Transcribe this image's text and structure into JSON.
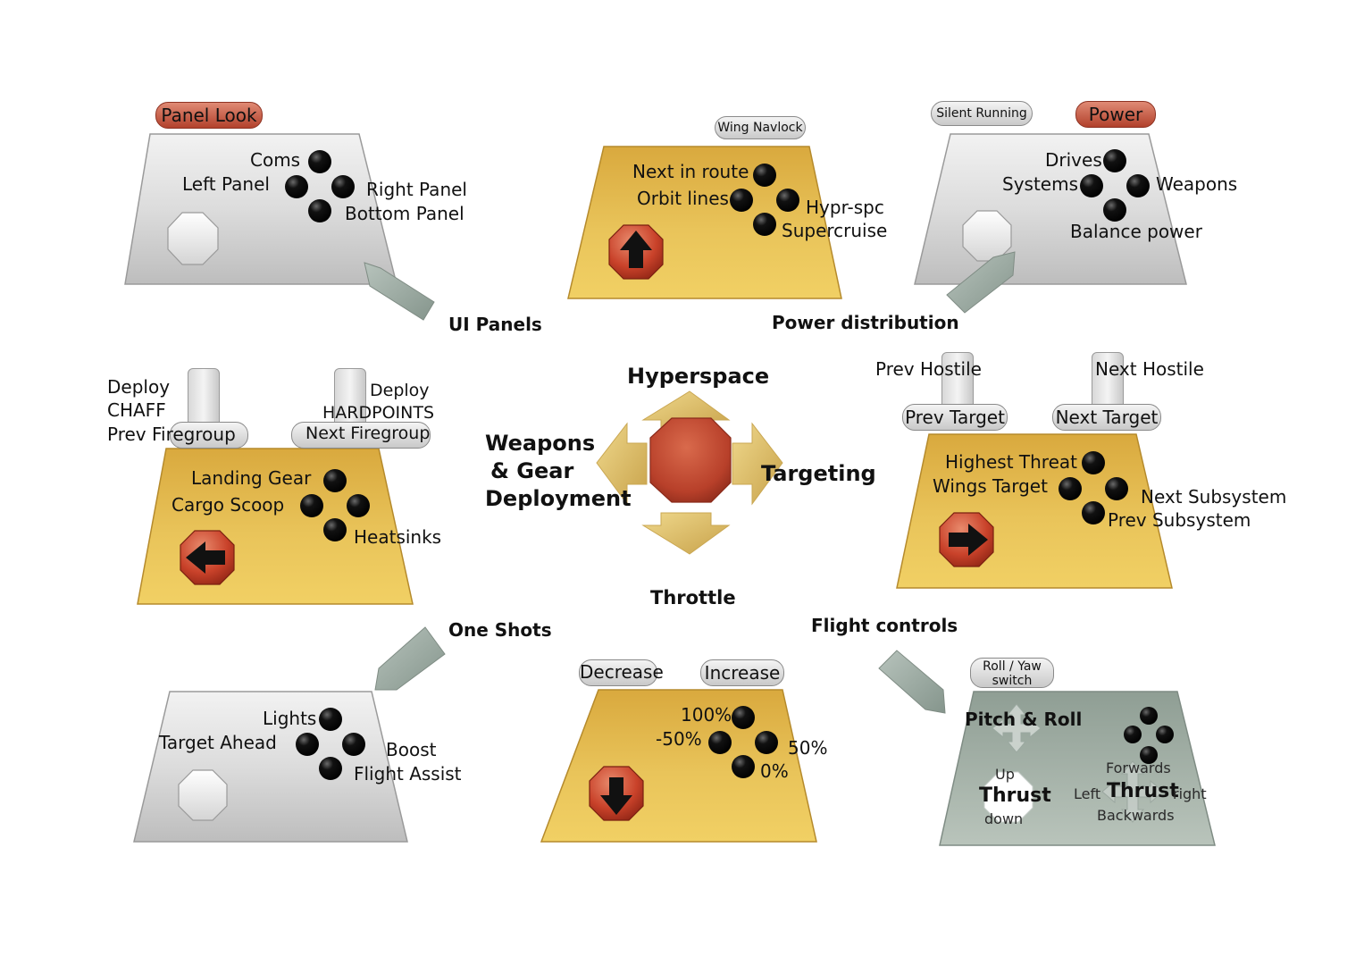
{
  "colors": {
    "gold": "#e6b94a",
    "silver": "#d6d6d6",
    "slate": "#a7b3aa",
    "red": "#c9422a",
    "arrow_grey": "#9aa8a0"
  },
  "center": {
    "hyperspace": "Hyperspace",
    "weapons_line1": "Weapons",
    "weapons_line2": "& Gear",
    "weapons_line3": "Deployment",
    "targeting": "Targeting",
    "throttle": "Throttle"
  },
  "captions": {
    "ui_panels": "UI Panels",
    "power_distribution": "Power distribution",
    "one_shots": "One Shots",
    "flight_controls": "Flight controls"
  },
  "ui_panels": {
    "top_button": "Panel Look",
    "up": "Coms",
    "left": "Left Panel",
    "right": "Right Panel",
    "down": "Bottom Panel"
  },
  "hyperspace": {
    "top_button": "Wing Navlock",
    "up": "Next in route",
    "left": "Orbit lines",
    "right": "Hypr-spc",
    "down": "Supercruise"
  },
  "power": {
    "top_left_button": "Silent Running",
    "top_right_button": "Power",
    "up": "Drives",
    "left": "Systems",
    "right": "Weapons",
    "down": "Balance power"
  },
  "weapons": {
    "left_line1": "Deploy",
    "left_line2": "CHAFF",
    "left_line3": "Prev Firegroup",
    "right_line1": "Deploy",
    "right_line2": "HARDPOINTS",
    "right_line3": "Next Firegroup",
    "up": "Landing Gear",
    "left": "Cargo Scoop",
    "down": "Heatsinks"
  },
  "targeting": {
    "left_top": "Prev Hostile",
    "right_top": "Next Hostile",
    "left_button": "Prev Target",
    "right_button": "Next Target",
    "up": "Highest Threat",
    "left": "Wings Target",
    "right": "Next Subsystem",
    "down": "Prev Subsystem"
  },
  "one_shots": {
    "up": "Lights",
    "left": "Target Ahead",
    "right": "Boost",
    "down": "Flight Assist"
  },
  "throttle": {
    "left_button": "Decrease",
    "right_button": "Increase",
    "up": "100%",
    "left": "-50%",
    "right": "50%",
    "down": "0%"
  },
  "flight": {
    "switch_line1": "Roll / Yaw",
    "switch_line2": "switch",
    "pitch_roll": "Pitch & Roll",
    "up": "Up",
    "thrust_left": "Thrust",
    "down": "down",
    "forwards": "Forwards",
    "left": "Left",
    "thrust_right": "Thrust",
    "right": "right",
    "backwards": "Backwards"
  }
}
